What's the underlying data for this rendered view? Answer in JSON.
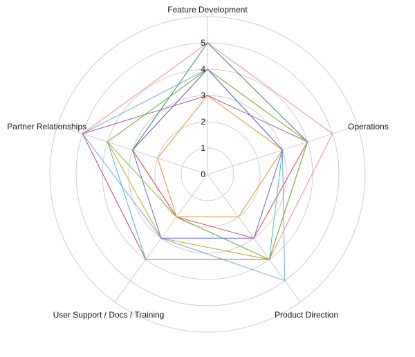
{
  "chart_data": {
    "type": "radar",
    "axes": [
      "Feature Development",
      "Operations",
      "Product Direction",
      "User Support / Docs / Training",
      "Partner Relationships"
    ],
    "rlim": [
      0,
      6
    ],
    "ticks": [
      0,
      1,
      2,
      3,
      4,
      5
    ],
    "grid": true,
    "legend": "none",
    "series": [
      {
        "color": "#f28b82",
        "values": [
          5,
          5,
          4,
          4,
          5
        ]
      },
      {
        "color": "#6fa8dc",
        "values": [
          4,
          3,
          5,
          3,
          5
        ]
      },
      {
        "color": "#2e8b57",
        "values": [
          5,
          4,
          4,
          2,
          3
        ]
      },
      {
        "color": "#d4a017",
        "values": [
          4,
          4,
          4,
          3,
          4
        ]
      },
      {
        "color": "#3fbfbf",
        "values": [
          4,
          3,
          4,
          4,
          4
        ]
      },
      {
        "color": "#d94b4b",
        "values": [
          4,
          4,
          3,
          2,
          3
        ]
      },
      {
        "color": "#f08a24",
        "values": [
          3,
          3,
          2,
          2,
          2
        ]
      },
      {
        "color": "#5b6cd9",
        "values": [
          4,
          3,
          3,
          3,
          3
        ]
      },
      {
        "color": "#b05a8a",
        "values": [
          3,
          4,
          4,
          4,
          5
        ]
      },
      {
        "color": "#7bbf3f",
        "values": [
          4,
          4,
          4,
          2,
          4
        ]
      }
    ]
  }
}
